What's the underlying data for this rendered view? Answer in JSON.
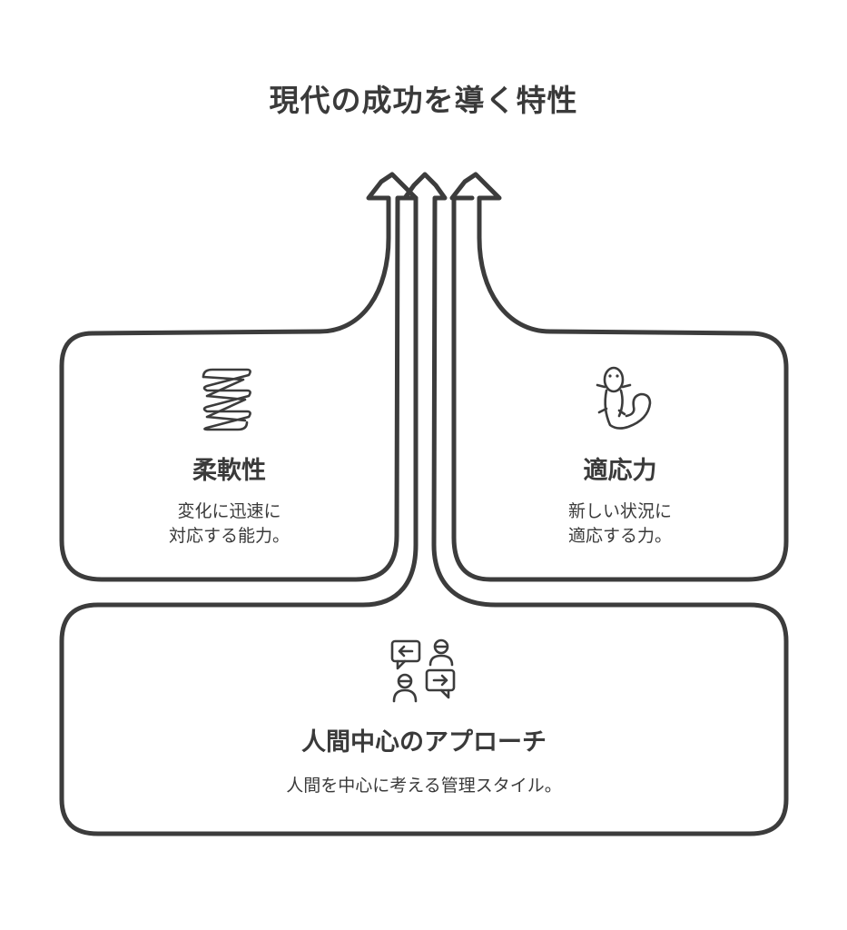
{
  "title": "現代の成功を導く特性",
  "boxes": {
    "flexibility": {
      "icon": "spring-icon",
      "title": "柔軟性",
      "desc_line1": "変化に迅速に",
      "desc_line2": "対応する能力。"
    },
    "adaptability": {
      "icon": "salamander-icon",
      "title": "適応力",
      "desc_line1": "新しい状況に",
      "desc_line2": "適応する力。"
    },
    "human_centered": {
      "icon": "conversation-icon",
      "title": "人間中心のアプローチ",
      "desc": "人間を中心に考える管理スタイル。"
    }
  },
  "colors": {
    "stroke": "#3c3c3c",
    "text": "#3a3a3a",
    "background": "#ffffff"
  }
}
